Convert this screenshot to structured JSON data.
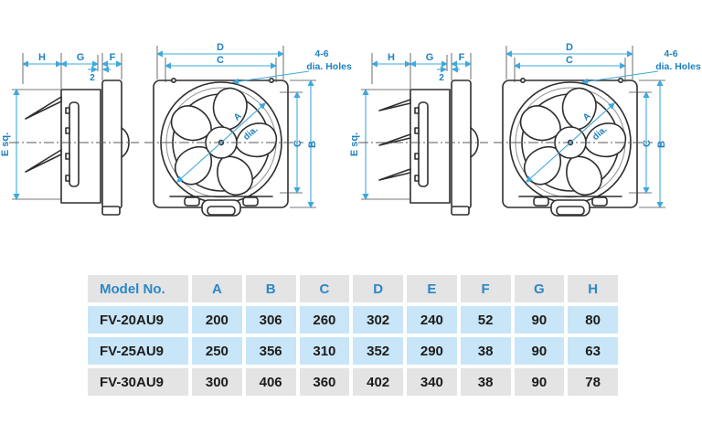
{
  "page": {
    "background": "#ffffff"
  },
  "diagram": {
    "labels": {
      "width_h": "H",
      "width_g": "G",
      "width_f": "F",
      "gap_2": "2",
      "height_e": "E sq.",
      "width_d": "D",
      "width_c": "C",
      "height_c": "C",
      "height_b": "B",
      "fan_dia_a": "A",
      "fan_dia_suffix": "dia.",
      "holes_line1": "4-6",
      "holes_line2": "dia. Holes"
    },
    "colors": {
      "dimension_line": "#3fa8dc",
      "label_text": "#1f80c0",
      "outline": "#2e2e2e"
    }
  },
  "table": {
    "header": [
      "Model No.",
      "A",
      "B",
      "C",
      "D",
      "E",
      "F",
      "G",
      "H"
    ],
    "rows": [
      {
        "model": "FV-20AU9",
        "values": [
          "200",
          "306",
          "260",
          "302",
          "240",
          "52",
          "90",
          "80"
        ]
      },
      {
        "model": "FV-25AU9",
        "values": [
          "250",
          "356",
          "310",
          "352",
          "290",
          "38",
          "90",
          "63"
        ]
      },
      {
        "model": "FV-30AU9",
        "values": [
          "300",
          "406",
          "360",
          "402",
          "340",
          "38",
          "90",
          "78"
        ]
      }
    ],
    "colors": {
      "header_bg": "#e4e4e4",
      "row_highlight_bg": "#c8e6f7",
      "row_plain_bg": "#e4e4e4",
      "header_text": "#2b87c6",
      "value_text": "#1c1c1c"
    }
  }
}
